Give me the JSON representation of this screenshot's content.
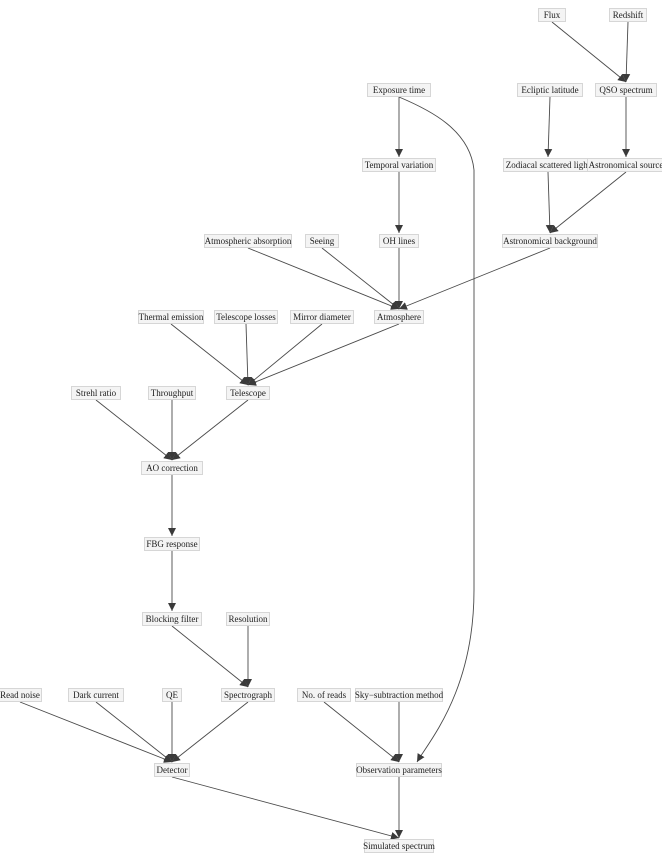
{
  "nodes": [
    {
      "id": "flux",
      "label": "Flux"
    },
    {
      "id": "redshift",
      "label": "Redshift"
    },
    {
      "id": "exposure",
      "label": "Exposure time"
    },
    {
      "id": "ecliptic",
      "label": "Ecliptic latitude"
    },
    {
      "id": "qso",
      "label": "QSO spectrum"
    },
    {
      "id": "temporal",
      "label": "Temporal variation"
    },
    {
      "id": "zodiacal",
      "label": "Zodiacal scattered light"
    },
    {
      "id": "astrosource",
      "label": "Astronomical source"
    },
    {
      "id": "atmabs",
      "label": "Atmospheric absorption"
    },
    {
      "id": "seeing",
      "label": "Seeing"
    },
    {
      "id": "ohlines",
      "label": "OH lines"
    },
    {
      "id": "astrobg",
      "label": "Astronomical background"
    },
    {
      "id": "thermal",
      "label": "Thermal emission"
    },
    {
      "id": "tellosses",
      "label": "Telescope losses"
    },
    {
      "id": "mirror",
      "label": "Mirror diameter"
    },
    {
      "id": "atmosphere",
      "label": "Atmosphere"
    },
    {
      "id": "strehl",
      "label": "Strehl ratio"
    },
    {
      "id": "throughput",
      "label": "Throughput"
    },
    {
      "id": "telescope",
      "label": "Telescope"
    },
    {
      "id": "ao",
      "label": "AO correction"
    },
    {
      "id": "fbg",
      "label": "FBG response"
    },
    {
      "id": "blocking",
      "label": "Blocking filter"
    },
    {
      "id": "resolution",
      "label": "Resolution"
    },
    {
      "id": "readnoise",
      "label": "Read noise"
    },
    {
      "id": "darkcurrent",
      "label": "Dark current"
    },
    {
      "id": "qe",
      "label": "QE"
    },
    {
      "id": "spectrograph",
      "label": "Spectrograph"
    },
    {
      "id": "nreads",
      "label": "No. of reads"
    },
    {
      "id": "skysub",
      "label": "Sky−subtraction method"
    },
    {
      "id": "detector",
      "label": "Detector"
    },
    {
      "id": "obsparams",
      "label": "Observation parameters"
    },
    {
      "id": "simspec",
      "label": "Simulated spectrum"
    }
  ],
  "edges": [
    {
      "from": "flux",
      "to": "qso"
    },
    {
      "from": "redshift",
      "to": "qso"
    },
    {
      "from": "qso",
      "to": "astrosource"
    },
    {
      "from": "ecliptic",
      "to": "zodiacal"
    },
    {
      "from": "zodiacal",
      "to": "astrobg"
    },
    {
      "from": "astrosource",
      "to": "astrobg"
    },
    {
      "from": "exposure",
      "to": "temporal"
    },
    {
      "from": "exposure",
      "to": "obsparams"
    },
    {
      "from": "temporal",
      "to": "ohlines"
    },
    {
      "from": "atmabs",
      "to": "atmosphere"
    },
    {
      "from": "seeing",
      "to": "atmosphere"
    },
    {
      "from": "ohlines",
      "to": "atmosphere"
    },
    {
      "from": "astrobg",
      "to": "atmosphere"
    },
    {
      "from": "thermal",
      "to": "telescope"
    },
    {
      "from": "tellosses",
      "to": "telescope"
    },
    {
      "from": "mirror",
      "to": "telescope"
    },
    {
      "from": "atmosphere",
      "to": "telescope"
    },
    {
      "from": "strehl",
      "to": "ao"
    },
    {
      "from": "throughput",
      "to": "ao"
    },
    {
      "from": "telescope",
      "to": "ao"
    },
    {
      "from": "ao",
      "to": "fbg"
    },
    {
      "from": "fbg",
      "to": "blocking"
    },
    {
      "from": "blocking",
      "to": "spectrograph"
    },
    {
      "from": "resolution",
      "to": "spectrograph"
    },
    {
      "from": "readnoise",
      "to": "detector"
    },
    {
      "from": "darkcurrent",
      "to": "detector"
    },
    {
      "from": "qe",
      "to": "detector"
    },
    {
      "from": "spectrograph",
      "to": "detector"
    },
    {
      "from": "nreads",
      "to": "obsparams"
    },
    {
      "from": "skysub",
      "to": "obsparams"
    },
    {
      "from": "obsparams",
      "to": "simspec"
    },
    {
      "from": "detector",
      "to": "simspec"
    }
  ]
}
